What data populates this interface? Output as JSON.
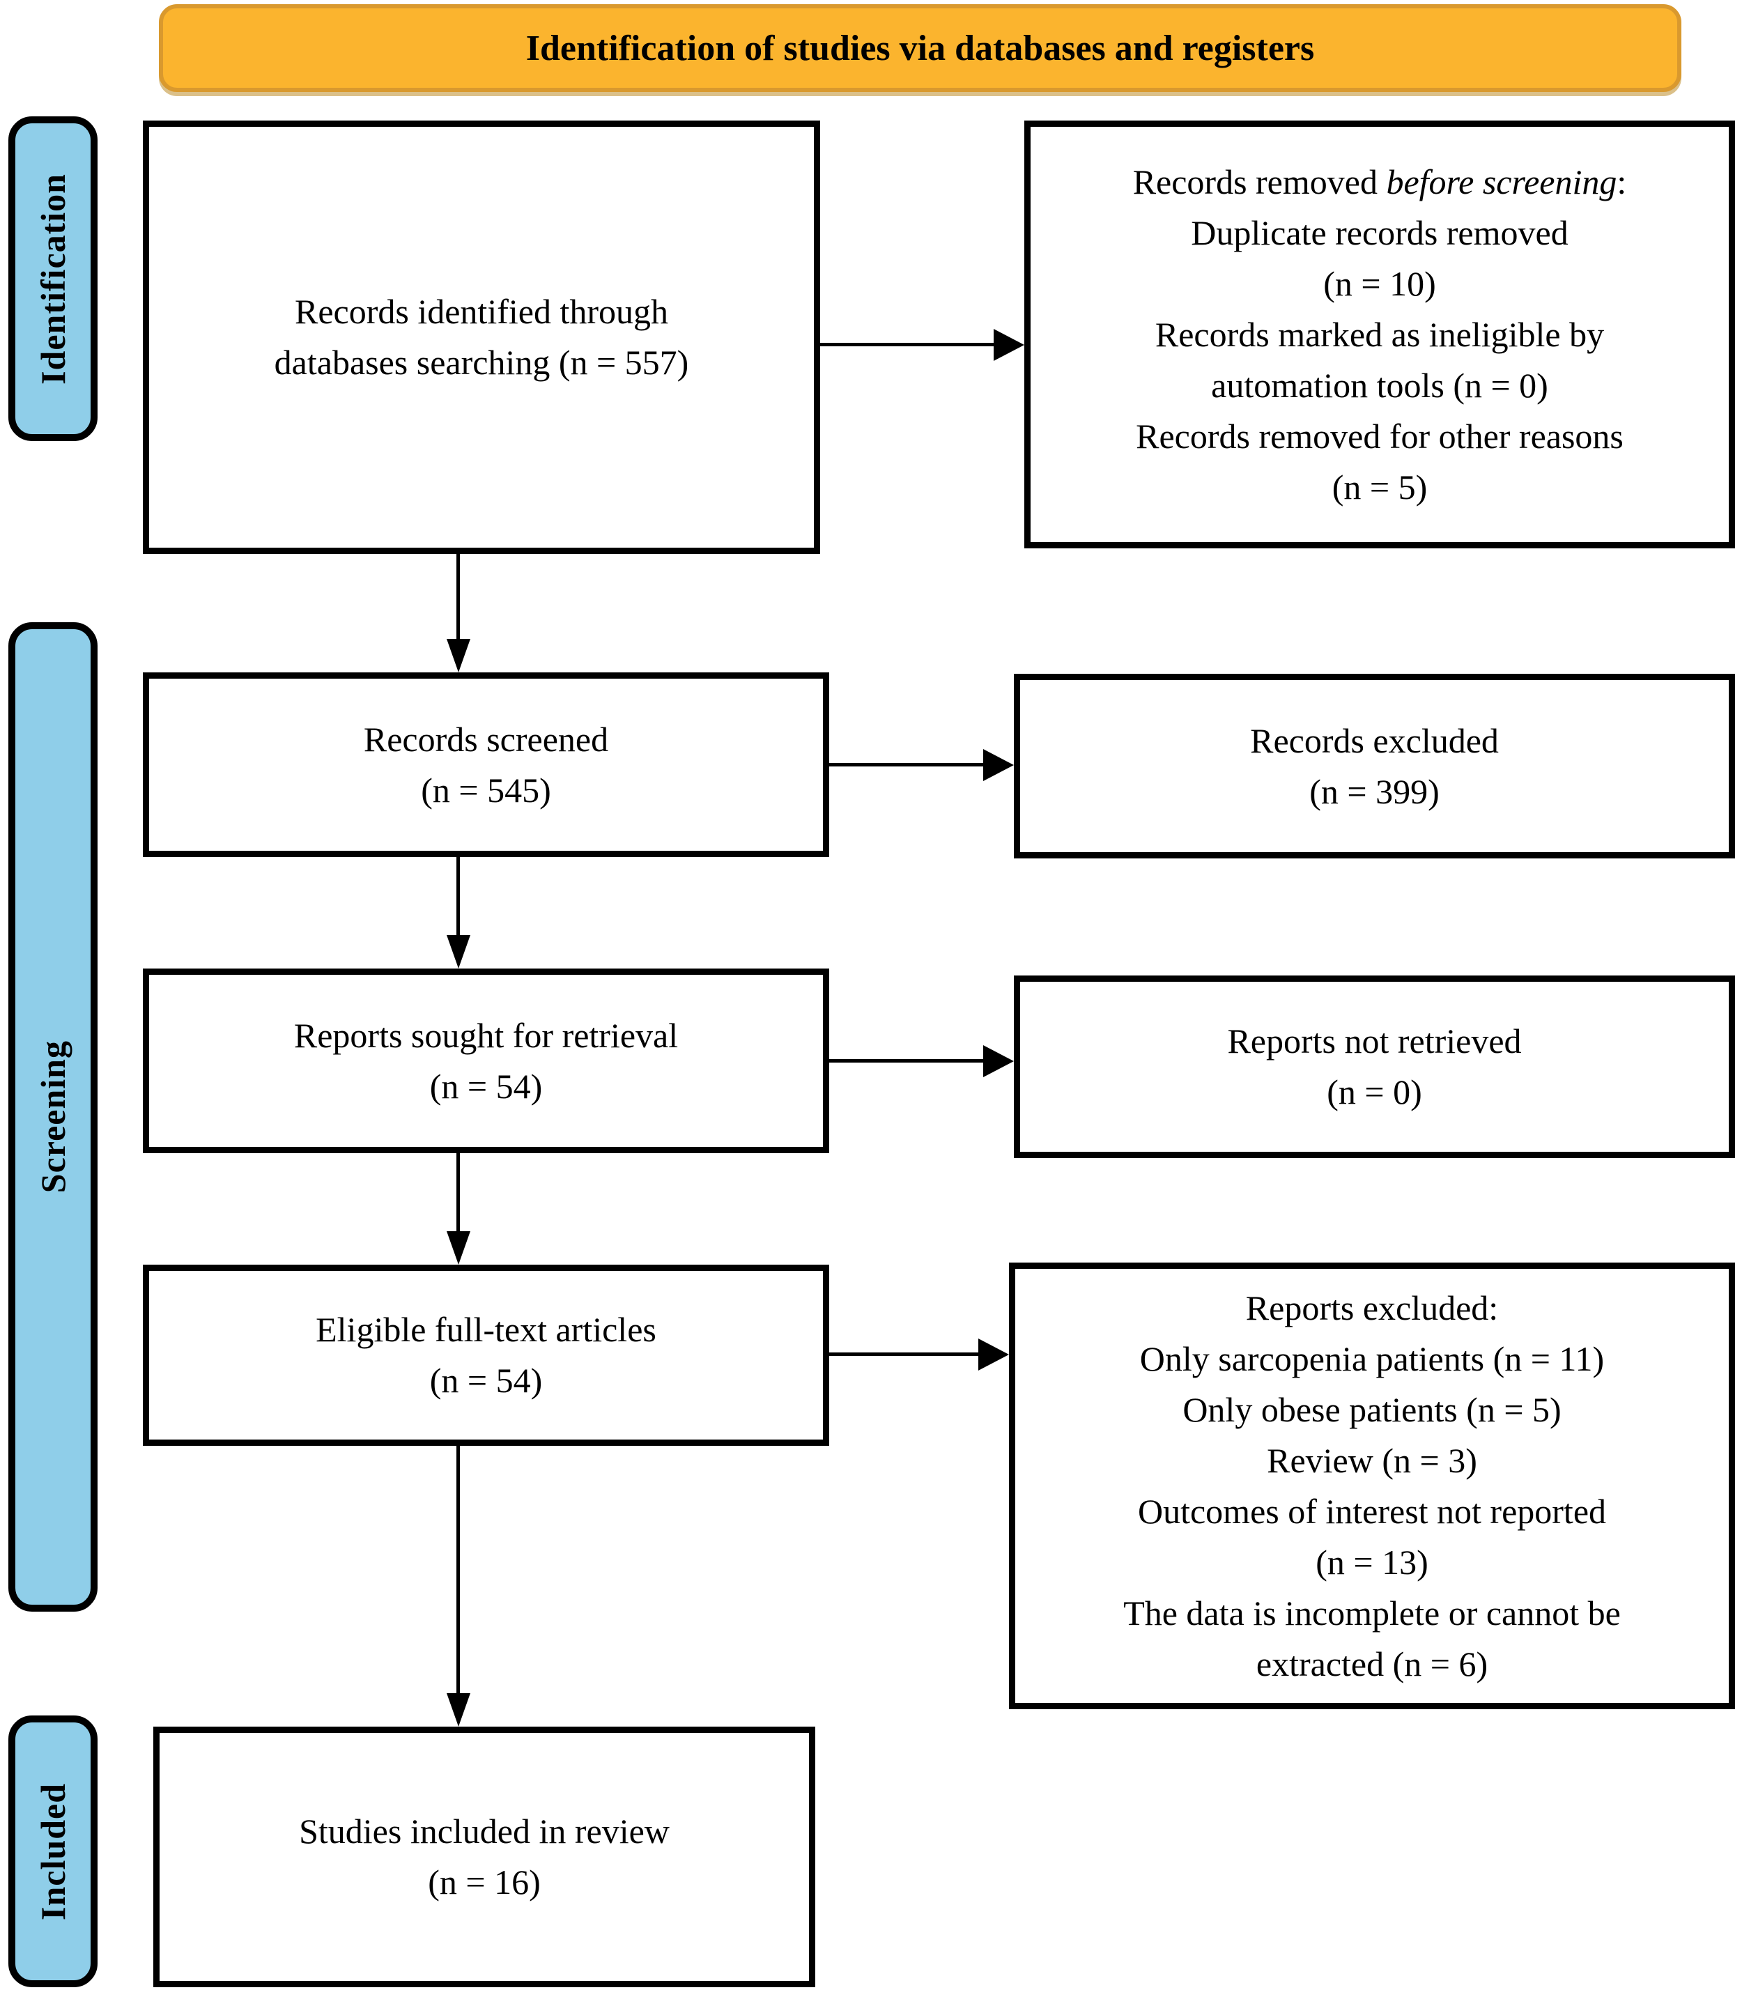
{
  "colors": {
    "banner_fill": "#FBB42E",
    "banner_border": "#D9992E",
    "sidebar_fill": "#8FCEE9",
    "line": "#000000"
  },
  "banner": {
    "title": "Identification of studies via databases and registers"
  },
  "sidebar": {
    "identification": "Identification",
    "screening": "Screening",
    "included": "Included"
  },
  "boxes": {
    "records_identified": {
      "lines": [
        "Records identified through",
        "databases searching (n = 557)"
      ]
    },
    "records_removed": {
      "line1_prefix": "Records removed ",
      "line1_italic": "before screening",
      "line1_suffix": ":",
      "lines": [
        "Duplicate records removed",
        "(n = 10)",
        "Records marked as ineligible by",
        "automation tools (n = 0)",
        "Records removed for other reasons",
        "(n = 5)"
      ]
    },
    "records_screened": {
      "lines": [
        "Records screened",
        "(n = 545)"
      ]
    },
    "records_excluded": {
      "lines": [
        "Records excluded",
        "(n = 399)"
      ]
    },
    "reports_sought": {
      "lines": [
        "Reports sought for retrieval",
        "(n = 54)"
      ]
    },
    "reports_not_retrieved": {
      "lines": [
        "Reports not retrieved",
        "(n = 0)"
      ]
    },
    "eligible_articles": {
      "lines": [
        "Eligible full-text articles",
        "(n = 54)"
      ]
    },
    "reports_excluded": {
      "title": "Reports excluded:",
      "lines": [
        "Only sarcopenia patients (n = 11)",
        "Only obese patients (n = 5)",
        "Review (n = 3)",
        "Outcomes of interest not reported",
        "(n = 13)",
        "The data is incomplete or cannot be",
        "extracted (n = 6)"
      ]
    },
    "studies_included": {
      "lines": [
        "Studies included in review",
        "(n = 16)"
      ]
    }
  }
}
